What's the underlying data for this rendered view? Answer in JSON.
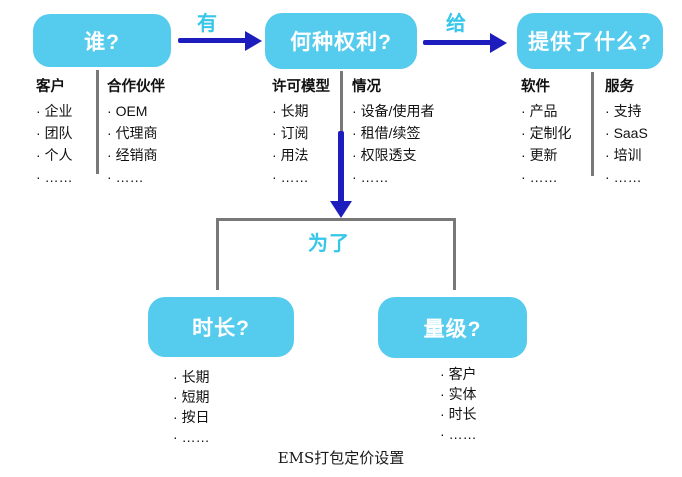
{
  "diagram": {
    "caption": "EMS打包定价设置",
    "branch_label": "为了",
    "colors": {
      "node_fill": "#55cbee",
      "node_text": "#ffffff",
      "arrow": "#1d1dbe",
      "arrow_label": "#35c6ea",
      "divider_line": "#787878",
      "body_text": "#111111"
    },
    "top_nodes": [
      {
        "title": "谁?",
        "arrow_label_to_next": "有",
        "columns": [
          {
            "header": "客户",
            "items": [
              "企业",
              "团队",
              "个人",
              "……"
            ]
          },
          {
            "header": "合作伙伴",
            "items": [
              "OEM",
              "代理商",
              "经销商",
              "……"
            ]
          }
        ]
      },
      {
        "title": "何种权利?",
        "arrow_label_to_next": "给",
        "columns": [
          {
            "header": "许可模型",
            "items": [
              "长期",
              "订阅",
              "用法",
              "……"
            ]
          },
          {
            "header": "情况",
            "items": [
              "设备/使用者",
              "租借/续签",
              "权限透支",
              "……"
            ]
          }
        ]
      },
      {
        "title": "提供了什么?",
        "columns": [
          {
            "header": "软件",
            "items": [
              "产品",
              "定制化",
              "更新",
              "……"
            ]
          },
          {
            "header": "服务",
            "items": [
              "支持",
              "SaaS",
              "培训",
              "……"
            ]
          }
        ]
      }
    ],
    "bottom_nodes": [
      {
        "title": "时长?",
        "items": [
          "长期",
          "短期",
          "按日",
          "……"
        ]
      },
      {
        "title": "量级?",
        "items": [
          "客户",
          "实体",
          "时长",
          "……"
        ]
      }
    ]
  }
}
